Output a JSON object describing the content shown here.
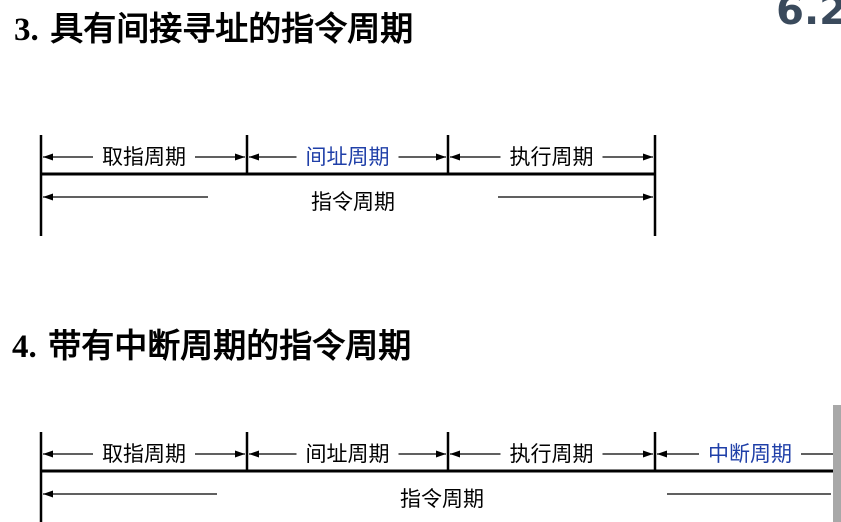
{
  "corner_text": "6.2",
  "colors": {
    "text": "#000000",
    "highlight": "#1f3fa8",
    "line": "#000000"
  },
  "section3": {
    "number": "3.",
    "title": "具有间接寻址的指令周期",
    "segments": [
      {
        "label": "取指周期",
        "highlight": false
      },
      {
        "label": "间址周期",
        "highlight": true
      },
      {
        "label": "执行周期",
        "highlight": false
      }
    ],
    "total_label": "指令周期"
  },
  "section4": {
    "number": "4.",
    "title": "带有中断周期的指令周期",
    "segments": [
      {
        "label": "取指周期",
        "highlight": false
      },
      {
        "label": "间址周期",
        "highlight": false
      },
      {
        "label": "执行周期",
        "highlight": false
      },
      {
        "label": "中断周期",
        "highlight": true
      }
    ],
    "total_label": "指令周期"
  }
}
